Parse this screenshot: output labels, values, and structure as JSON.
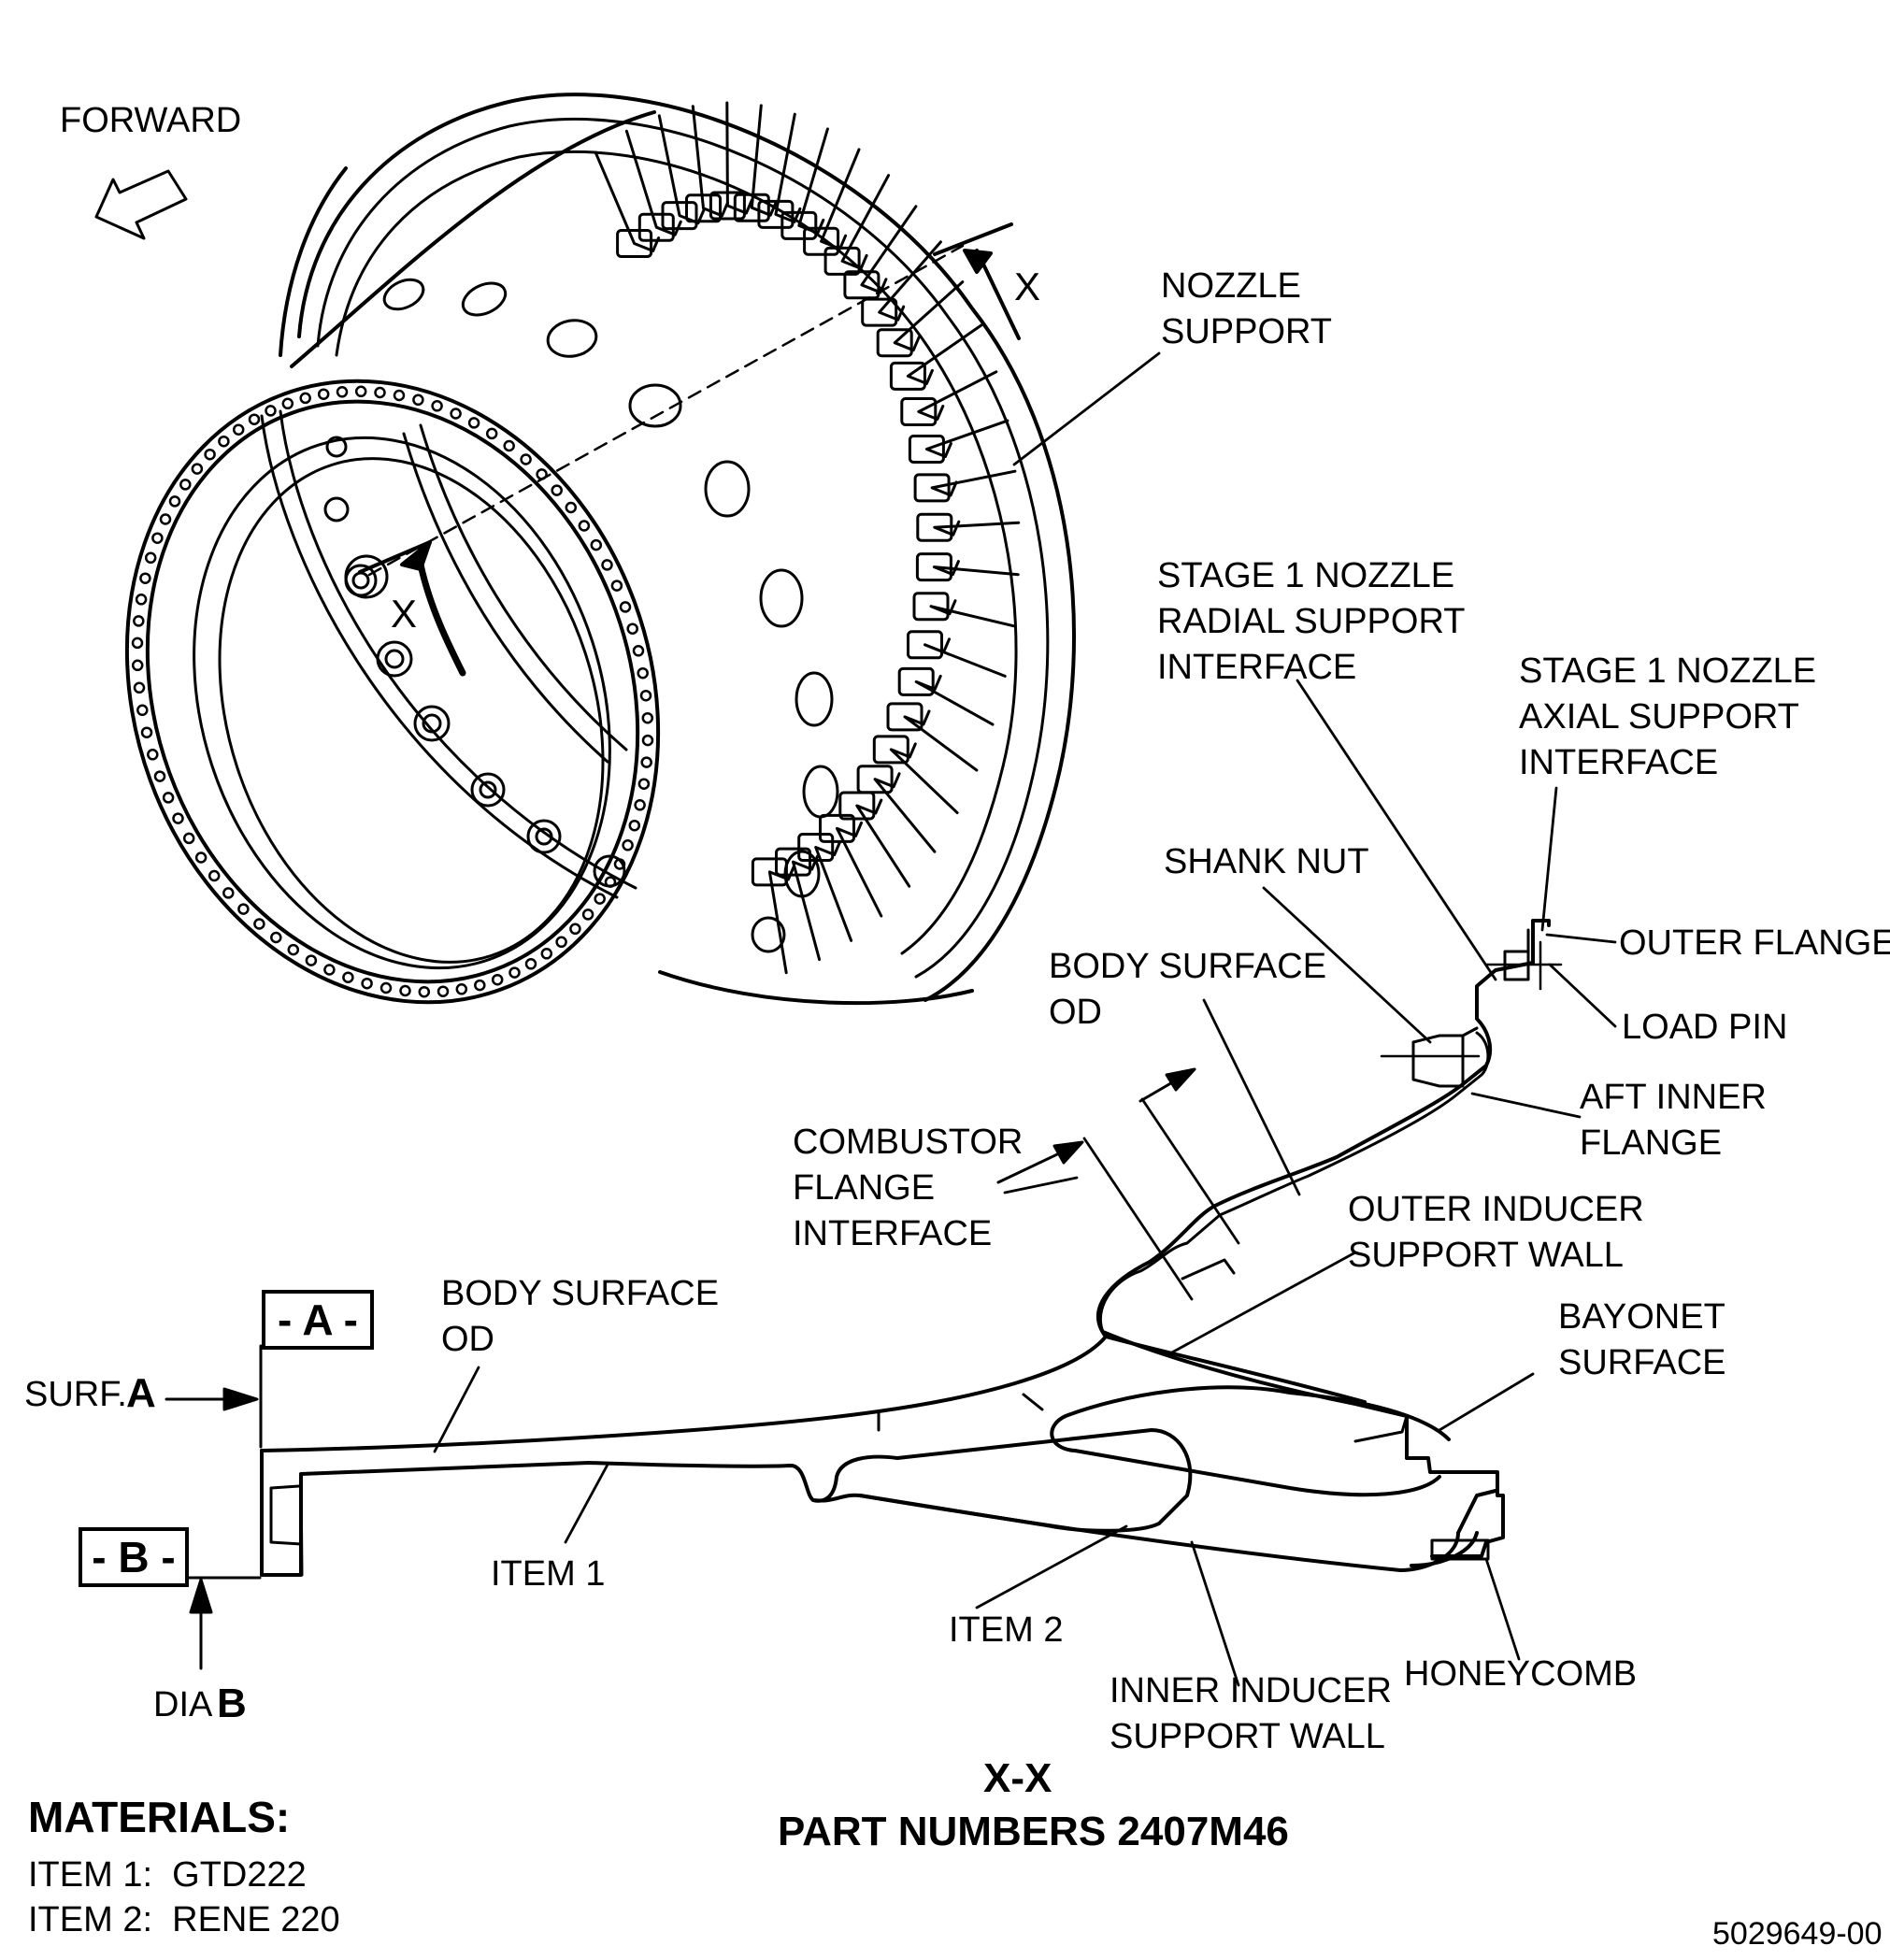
{
  "labels": {
    "forward": "FORWARD",
    "section_x_top": "X",
    "section_x_bottom": "X",
    "nozzle_support": "NOZZLE\nSUPPORT",
    "stage1_radial": "STAGE 1 NOZZLE\nRADIAL SUPPORT\nINTERFACE",
    "stage1_axial": "STAGE 1 NOZZLE\nAXIAL SUPPORT\nINTERFACE",
    "shank_nut": "SHANK NUT",
    "outer_flange": "OUTER FLANGE",
    "load_pin": "LOAD PIN",
    "body_surface_od_upper": "BODY SURFACE\nOD",
    "aft_inner_flange": "AFT INNER\nFLANGE",
    "combustor_flange": "COMBUSTOR\nFLANGE\nINTERFACE",
    "outer_inducer": "OUTER INDUCER\nSUPPORT WALL",
    "body_surface_od_lower": "BODY SURFACE\nOD",
    "bayonet_surface": "BAYONET\nSURFACE",
    "surf_a_prefix": "SURF.",
    "surf_a_letter": "A",
    "datum_a": "- A -",
    "datum_b": "- B -",
    "dia_b_prefix": "DIA",
    "dia_b_letter": "B",
    "item1": "ITEM 1",
    "item2": "ITEM 2",
    "honeycomb": "HONEYCOMB",
    "inner_inducer": "INNER INDUCER\nSUPPORT WALL"
  },
  "section_title": "X-X",
  "part_numbers": "PART NUMBERS 2407M46",
  "materials": {
    "heading": "MATERIALS:",
    "items": [
      "ITEM 1:  GTD222",
      "ITEM 2:  RENE 220"
    ]
  },
  "figure_id": "5029649-00"
}
